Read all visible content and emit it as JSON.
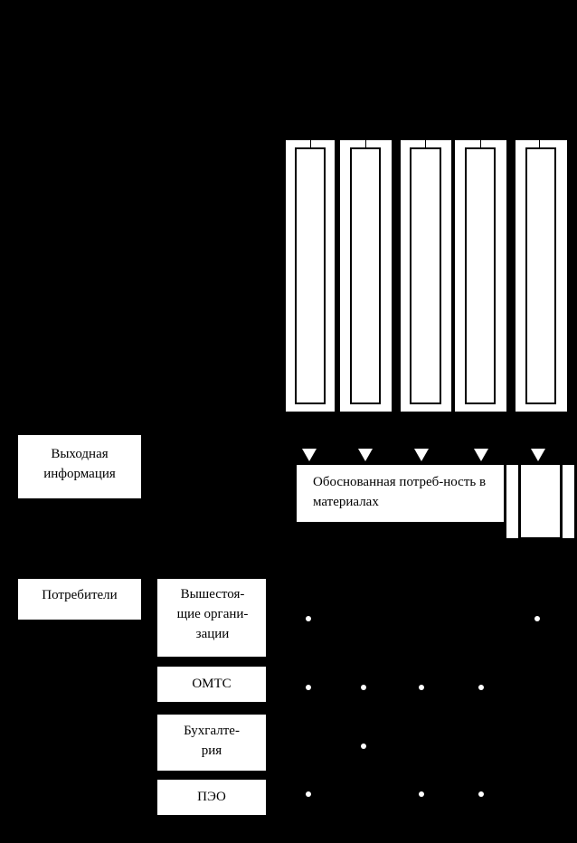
{
  "output_label": "Выходная информация",
  "output_box_text": "Обоснованная потреб-ность в материалах",
  "consumers_label": "Потребители",
  "consumers": [
    {
      "label": "Вышестоя-щие органи-зации"
    },
    {
      "label": "ОМТС"
    },
    {
      "label": "Бухгалте-рия"
    },
    {
      "label": "ПЭО"
    }
  ]
}
